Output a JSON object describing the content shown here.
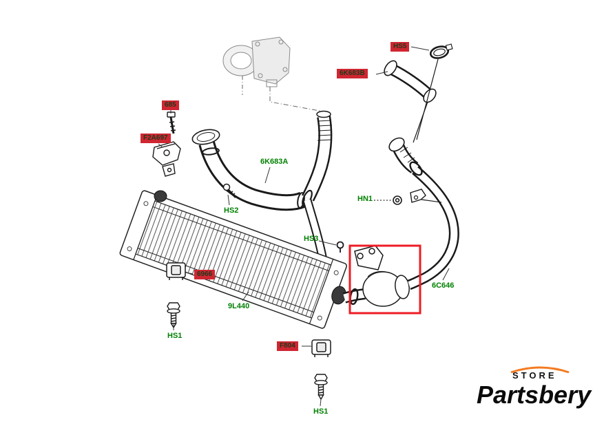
{
  "diagram": {
    "green_labels": [
      {
        "text": "6K683A"
      },
      {
        "text": "HS2"
      },
      {
        "text": "HN1"
      },
      {
        "text": "HS3"
      },
      {
        "text": "6C646"
      },
      {
        "text": "9L440"
      },
      {
        "text": "HS1"
      },
      {
        "text": "HS1"
      }
    ],
    "red_labels": [
      {
        "text": "HS5"
      },
      {
        "text": "6K683B"
      },
      {
        "text": "685"
      },
      {
        "text": "F2A697"
      },
      {
        "text": "6966"
      },
      {
        "text": "F804"
      }
    ],
    "colors": {
      "green_label": "#008000",
      "red_label_bg": "#cf2631",
      "red_label_text": "#1c3a1c",
      "highlight_box": "#ee1c25",
      "line_art": "#1a1a1a"
    }
  },
  "logo": {
    "store": "STORE",
    "brand_parts": "Parts",
    "brand_bery": "bery",
    "accent": "#f47b20"
  }
}
